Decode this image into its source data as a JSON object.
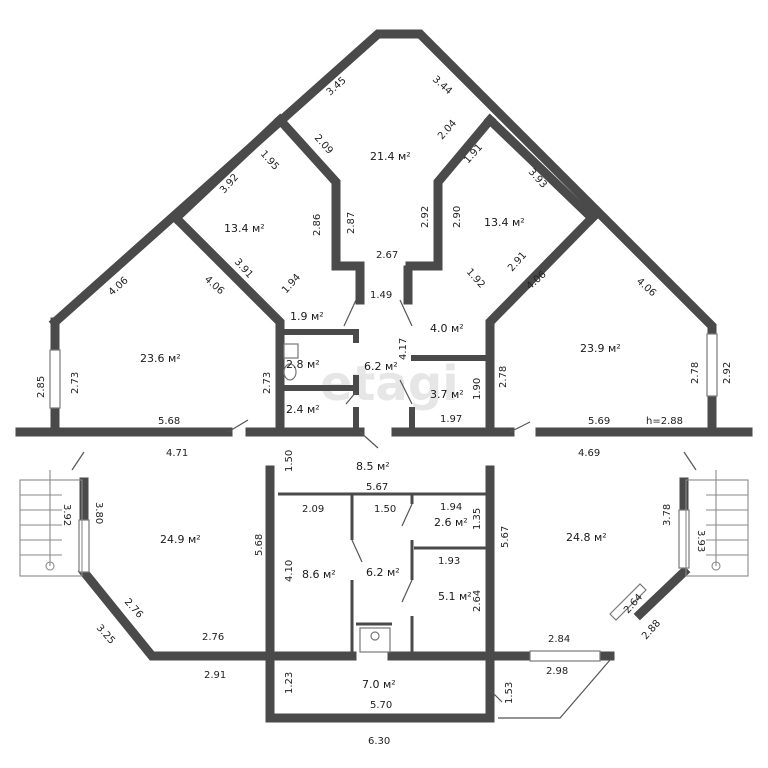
{
  "watermark": "etagi",
  "rooms": {
    "top_center": "21.4 м²",
    "upper_left": "13.4 м²",
    "upper_right": "13.4 м²",
    "left_wing": "23.6 м²",
    "right_wing": "23.9 м²",
    "small_a": "1.9 м²",
    "bath": "2.8 м²",
    "small_b": "2.4 м²",
    "corridor_top": "6.2 м²",
    "small_c": "4.0 м²",
    "small_d": "3.7 м²",
    "hall": "8.5 м²",
    "lower_left": "24.9 м²",
    "lower_right": "24.8 м²",
    "room_86": "8.6 м²",
    "corridor_bottom": "6.2 м²",
    "room_26": "2.6 м²",
    "room_51": "5.1 м²",
    "room_70": "7.0 м²"
  },
  "dims": {
    "d_345": "3.45",
    "d_344": "3.44",
    "d_209": "2.09",
    "d_204": "2.04",
    "d_195": "1.95",
    "d_191": "1.91",
    "d_392": "3.92",
    "d_393": "3.93",
    "d_286": "2.86",
    "d_287": "2.87",
    "d_292": "2.92",
    "d_290": "2.90",
    "d_267": "2.67",
    "d_391": "3.91",
    "d_194": "1.94",
    "d_192": "1.92",
    "d_291": "2.91",
    "d_406a": "4.06",
    "d_406b": "4.06",
    "d_406c": "4.06",
    "d_406d": "4.06",
    "d_149": "1.49",
    "d_417": "4.17",
    "d_190": "1.90",
    "d_197": "1.97",
    "d_285": "2.85",
    "d_273a": "2.73",
    "d_273b": "2.73",
    "d_278a": "2.78",
    "d_278b": "2.78",
    "d_292b": "2.92",
    "d_568": "5.68",
    "d_569": "5.69",
    "h": "h=2.88",
    "d_471": "4.71",
    "d_469": "4.69",
    "d_150a": "1.50",
    "d_567a": "5.67",
    "d_392b": "3.92",
    "d_380": "3.80",
    "d_209b": "2.09",
    "d_150b": "1.50",
    "d_194b": "1.94",
    "d_135": "1.35",
    "d_567b": "5.67",
    "d_378": "3.78",
    "d_393b": "3.93",
    "d_568b": "5.68",
    "d_410": "4.10",
    "d_193": "1.93",
    "d_264a": "2.64",
    "d_264b": "2.64",
    "d_276a": "2.76",
    "d_276b": "2.76",
    "d_325": "3.25",
    "d_284": "2.84",
    "d_288": "2.88",
    "d_291b": "2.91",
    "d_123": "1.23",
    "d_298": "2.98",
    "d_153": "1.53",
    "d_570": "5.70",
    "d_630": "6.30"
  }
}
